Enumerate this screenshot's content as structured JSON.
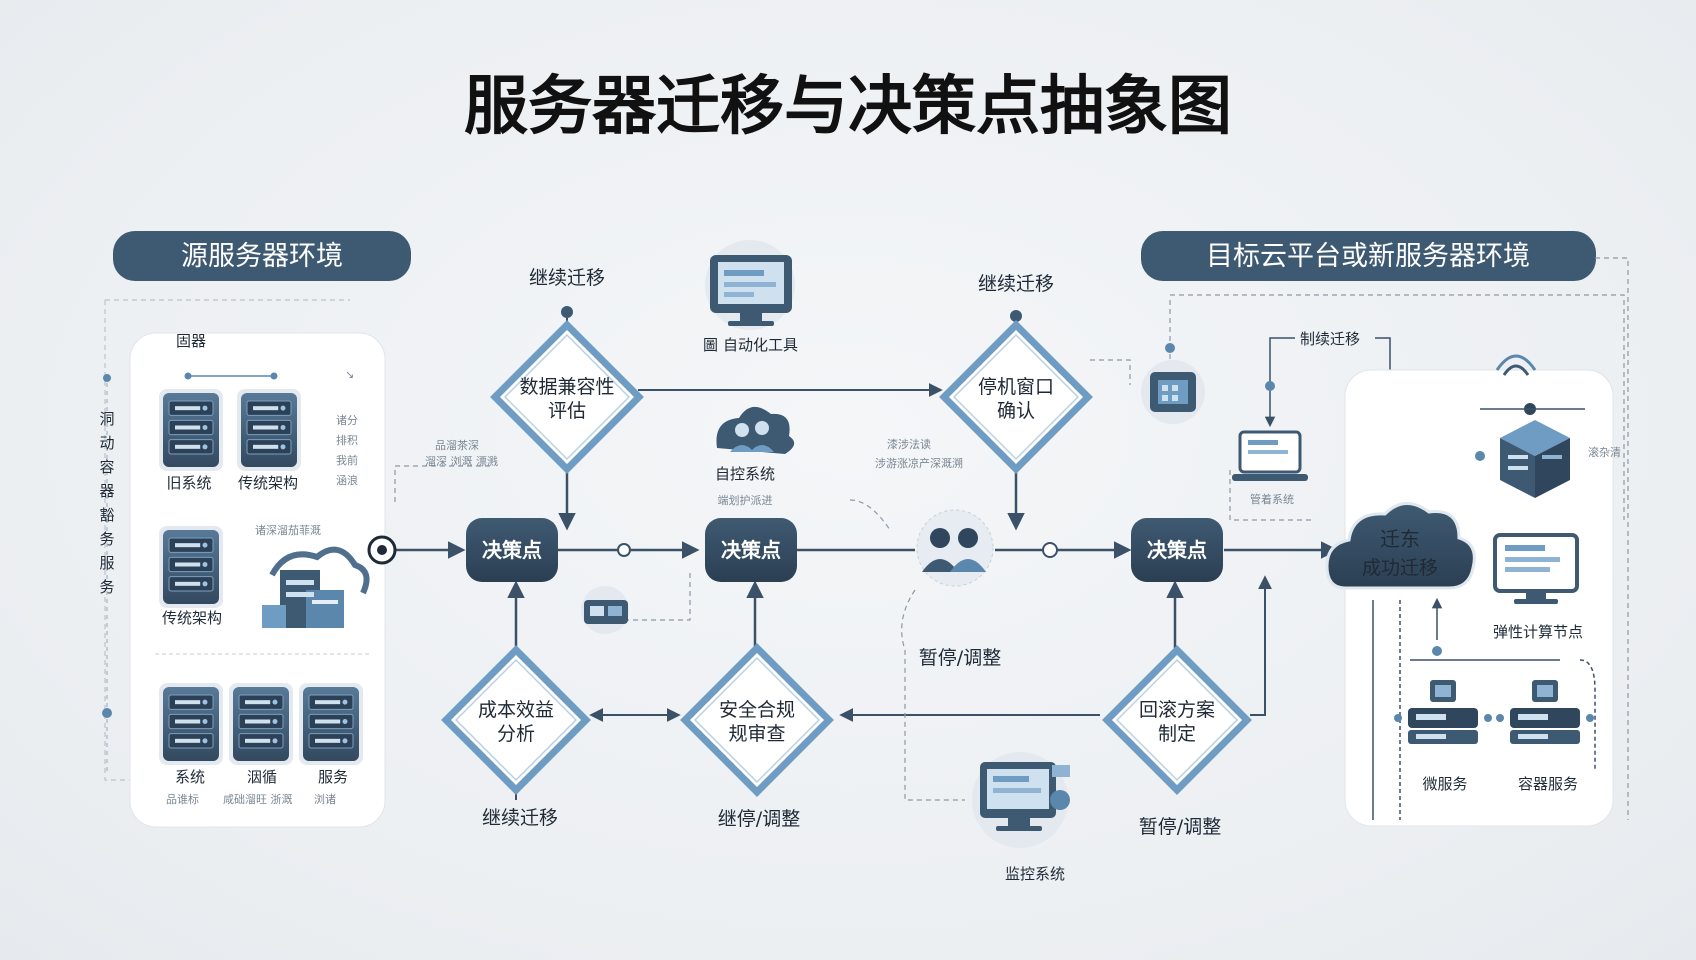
{
  "title": "服务器迁移与决策点抽象图",
  "colors": {
    "navy": "#3e5a73",
    "dark_node": "#2f465c",
    "accent": "#5b87ad",
    "diamond_border": "#6f9cc3",
    "line": "#3b5168"
  },
  "source_env": {
    "header": "源服务器环境",
    "box_title": "固器",
    "side_label": [
      "洞",
      "动",
      "容",
      "器",
      "豁",
      "务",
      "服",
      "务"
    ],
    "servers": [
      {
        "label": "旧系统",
        "icon": "server-icon"
      },
      {
        "label": "传统架构",
        "icon": "server-icon"
      },
      {
        "label": "传统架构",
        "icon": "server-icon"
      },
      {
        "label": "",
        "icon": "cloud-datacenter-icon"
      },
      {
        "label": "系统",
        "icon": "server-icon"
      },
      {
        "label": "洇循",
        "icon": "server-icon"
      },
      {
        "label": "服务",
        "icon": "server-icon"
      }
    ],
    "small_right": [
      "诸分",
      "排积",
      "我前",
      "涵浪"
    ],
    "small_bottom": [
      "品谁标",
      "咸础溜旺 浙溉",
      "浏诸"
    ],
    "small_top_mid": "诸深溜茄菲溉"
  },
  "target_env": {
    "header": "目标云平台或新服务器环境",
    "success_node": [
      "迁东",
      "成功迁移"
    ],
    "elastic_label": "弹性计算节点",
    "micro_label": "微服务",
    "container_label": "容器服务",
    "system_label": "管着系统"
  },
  "decisions": [
    {
      "id": "d1",
      "label": "决策点"
    },
    {
      "id": "d2",
      "label": "决策点"
    },
    {
      "id": "d3",
      "label": "决策点"
    }
  ],
  "diamonds": [
    {
      "id": "compat",
      "lines": [
        "数据兼容性",
        "评估"
      ],
      "top_label": "继续迁移"
    },
    {
      "id": "window",
      "lines": [
        "停机窗口",
        "确认"
      ],
      "top_label": "继续迁移"
    },
    {
      "id": "cost",
      "lines": [
        "成本效益",
        "分析"
      ],
      "bottom_label": "继续迁移"
    },
    {
      "id": "security",
      "lines": [
        "安全合规",
        "规审查"
      ],
      "bottom_label": "继停/调整"
    },
    {
      "id": "rollback",
      "lines": [
        "回滚方案",
        "制定"
      ],
      "bottom_label": "暂停/调整"
    }
  ],
  "labels": {
    "auto_tool": "自动化工具",
    "auto_tool_prefix": "圖",
    "self_control": "自控系统",
    "self_control_sub": "端划护派进",
    "pause_adjust": "暂停/调整",
    "monitor": "监控系统",
    "control_continue": "制续迁移",
    "small_upper_left": "品溜茶深",
    "small_upper_left2": "溜深 浏溉 漂溅",
    "small_team1": "漆涉法读",
    "small_team2": "涉游涨凉产深溉溯",
    "small_right_sub": "滚杂清"
  }
}
